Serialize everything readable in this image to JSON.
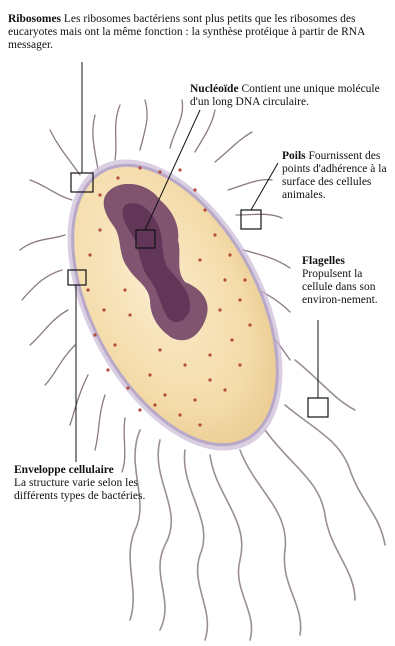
{
  "labels": {
    "ribosomes": {
      "title": "Ribosomes",
      "text": "Les ribosomes bactériens sont plus petits que les ribosomes des eucaryotes mais ont la même fonction : la synthèse protéique à partir de RNA messager."
    },
    "nucleoide": {
      "title": "Nucléoïde",
      "text": "Contient une unique molécule d'un long DNA circulaire."
    },
    "poils": {
      "title": "Poils",
      "text": "Fournissent des points d'adhérence à la surface des cellules animales."
    },
    "flagelles": {
      "title": "Flagelles",
      "text": "Propulsent la cellule dans son environ-nement."
    },
    "enveloppe": {
      "title": "Enveloppe cellulaire",
      "text": "La structure varie selon les différents types de bactéries."
    }
  },
  "colors": {
    "cytoplasm": "#f6e1b5",
    "membrane": "#b9a9c9",
    "nucleoid": "#6b3a62",
    "ribosome": "#b54b3a",
    "hair": "#8a7a86",
    "flagellum": "#9a8f97"
  }
}
